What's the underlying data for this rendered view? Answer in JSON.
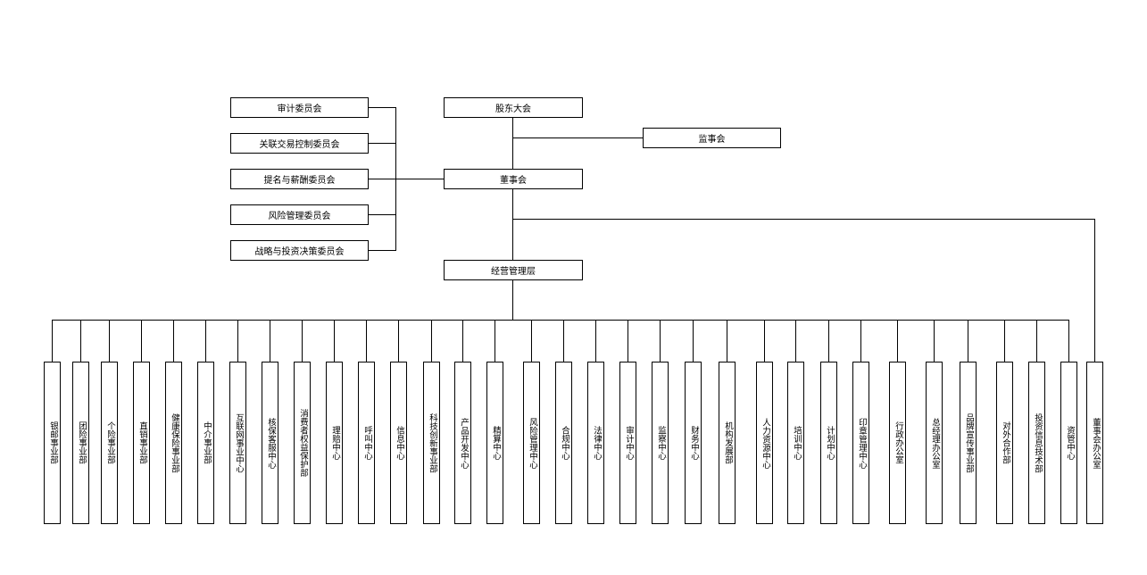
{
  "shareholders": "股东大会",
  "supervisory_board": "监事会",
  "board": "董事会",
  "management": "经营管理层",
  "committees": [
    "审计委员会",
    "关联交易控制委员会",
    "提名与薪酬委员会",
    "风险管理委员会",
    "战略与投资决策委员会"
  ],
  "board_office": "董事会办公室",
  "departments": [
    "银邮事业部",
    "团险事业部",
    "个险事业部",
    "直销事业部",
    "健康保险事业部",
    "中介事业部",
    "互联网事业中心",
    "核保客服中心",
    "消费者权益保护部",
    "理赔中心",
    "呼叫中心",
    "信息中心",
    "科技创新事业部",
    "产品开发中心",
    "精算中心",
    "风险管理中心",
    "合规中心",
    "法律中心",
    "审计中心",
    "监察中心",
    "财务中心",
    "机构发展部",
    "人力资源中心",
    "培训中心",
    "计划中心",
    "印章管理中心",
    "行政办公室",
    "总经理办公室",
    "品牌宣传事业部",
    "对外合作部",
    "投资信息技术部",
    "资管中心"
  ]
}
